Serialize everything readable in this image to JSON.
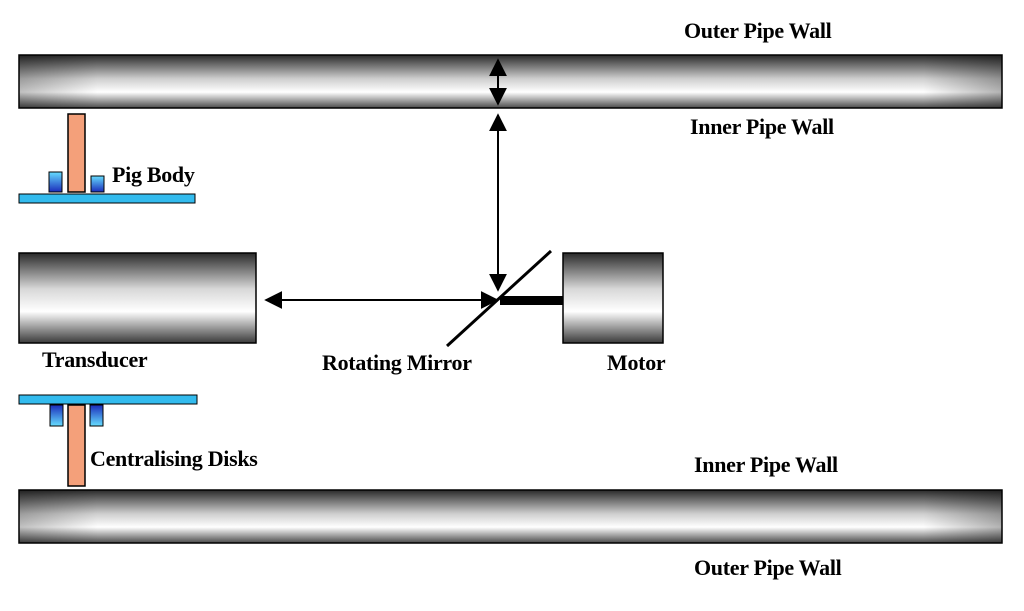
{
  "labels": {
    "outer_pipe_wall_top": "Outer Pipe Wall",
    "inner_pipe_wall_top": "Inner Pipe Wall",
    "pig_body": "Pig Body",
    "transducer": "Transducer",
    "rotating_mirror": "Rotating Mirror",
    "motor": "Motor",
    "centralising_disks": "Centralising Disks",
    "inner_pipe_wall_bottom": "Inner Pipe Wall",
    "outer_pipe_wall_bottom": "Outer Pipe Wall"
  },
  "colors": {
    "pig_body_fill": "#f4a07a",
    "disk_plate": "#33bbee",
    "disk_block": "#1a33cc"
  }
}
